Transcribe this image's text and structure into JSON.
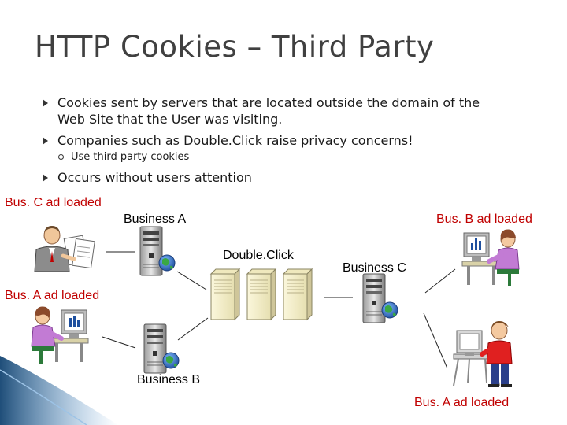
{
  "slide": {
    "title": "HTTP Cookies – Third Party",
    "bullets": [
      "Cookies sent by servers that are located outside the domain of the",
      "Web Site that the User was visiting.",
      "Companies such as Double.Click raise privacy concerns!",
      "Occurs without users attention"
    ],
    "sub_bullet": "Use third party cookies"
  },
  "diagram": {
    "labels": {
      "bus_c_ad_loaded": "Bus. C ad loaded",
      "business_a": "Business A",
      "bus_b_ad_loaded": "Bus. B ad loaded",
      "doubleclick": "Double.Click",
      "business_c": "Business C",
      "bus_a_ad_loaded_left": "Bus. A ad loaded",
      "business_b": "Business B",
      "bus_a_ad_loaded_bottom": "Bus. A ad loaded"
    },
    "colors": {
      "ad_label": "#c00000",
      "server_label": "#000000",
      "corner_accent": "#1f4e79"
    }
  }
}
